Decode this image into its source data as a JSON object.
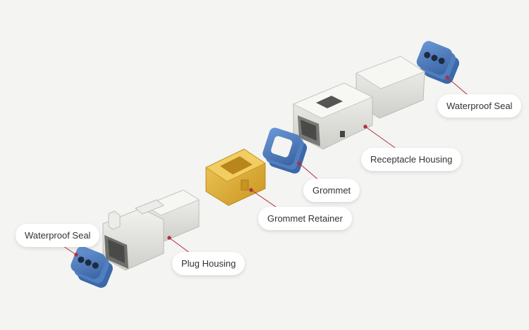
{
  "labels": {
    "waterproof_seal_right": "Waterproof Seal",
    "receptacle_housing": "Receptacle Housing",
    "grommet": "Grommet",
    "grommet_retainer": "Grommet Retainer",
    "plug_housing": "Plug Housing",
    "waterproof_seal_left": "Waterproof Seal"
  },
  "colors": {
    "background": "#f4f4f2",
    "housing": "#e6e6e2",
    "seal_blue": "#4a78b8",
    "retainer_yellow": "#e2b43a",
    "leader_line": "#b03040",
    "callout_bg": "#ffffff",
    "text": "#333333"
  }
}
